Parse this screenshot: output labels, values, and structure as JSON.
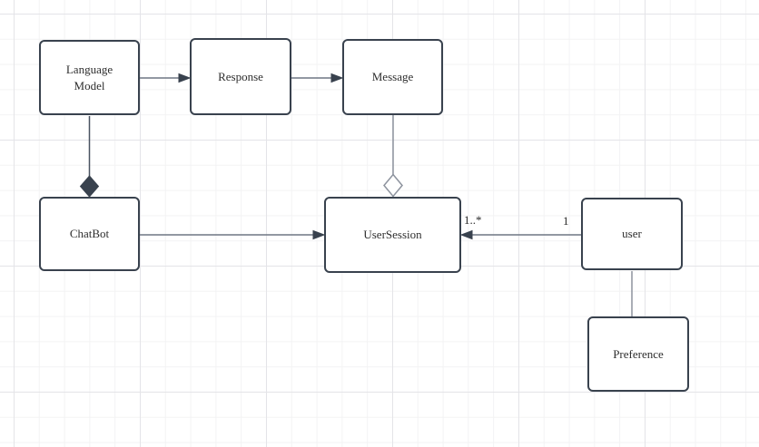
{
  "diagram": {
    "type": "uml-class-diagram",
    "nodes": {
      "language_model": {
        "label": "Language Model"
      },
      "response": {
        "label": "Response"
      },
      "message": {
        "label": "Message"
      },
      "chatbot": {
        "label": "ChatBot"
      },
      "user_session": {
        "label": "UserSession"
      },
      "user": {
        "label": "user"
      },
      "preference": {
        "label": "Preference"
      }
    },
    "edges": {
      "languagemodel_to_response": {
        "type": "directed-association",
        "from": "Language Model",
        "to": "Response"
      },
      "response_to_message": {
        "type": "directed-association",
        "from": "Response",
        "to": "Message"
      },
      "languagemodel_to_chatbot": {
        "type": "composition",
        "from": "Language Model",
        "to": "ChatBot"
      },
      "message_to_usersession": {
        "type": "aggregation",
        "from": "Message",
        "to": "UserSession"
      },
      "chatbot_to_usersession": {
        "type": "directed-association",
        "from": "ChatBot",
        "to": "UserSession"
      },
      "user_to_usersession": {
        "type": "directed-association",
        "from": "user",
        "to": "UserSession",
        "source_multiplicity": "1",
        "target_multiplicity": "1..*"
      },
      "user_to_preference": {
        "type": "association",
        "from": "user",
        "to": "Preference"
      }
    },
    "colors": {
      "node_border": "#39424e",
      "node_fill": "#ffffff",
      "connector": "#6e7683",
      "aggregation_stroke": "#8d939e",
      "text": "#2e2e2e",
      "grid_minor": "#f3f3f4",
      "grid_major": "#e4e4e8"
    }
  }
}
